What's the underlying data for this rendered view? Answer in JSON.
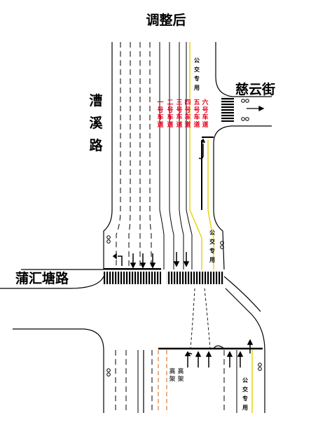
{
  "title": "调整后",
  "roads": {
    "vertical": "漕溪路",
    "west": "蒲汇塘路",
    "east": "慈云街"
  },
  "lane_labels": [
    {
      "id": "lane-1",
      "text": "一号车道",
      "color": "#e8001c"
    },
    {
      "id": "lane-2",
      "text": "二号车道",
      "color": "#e8001c"
    },
    {
      "id": "lane-3",
      "text": "三号车道",
      "color": "#e8001c"
    },
    {
      "id": "lane-4",
      "text": "四号车道",
      "color": "#e8001c"
    },
    {
      "id": "lane-5",
      "text": "五号车道",
      "color": "#e8001c"
    },
    {
      "id": "lane-6",
      "text": "六号车道",
      "color": "#e8001c"
    }
  ],
  "bus_lane_text": "公交专用",
  "elevated_text": "高架",
  "colors": {
    "road_line": "#000000",
    "lane_text": "#e8001c",
    "bus_lane_line": "#e6d200",
    "elevated_lane_line": "#e07b2f"
  },
  "icons": [
    "bicycle-icon",
    "straight-arrow-icon",
    "left-turn-arrow-icon",
    "u-turn-arrow-icon",
    "crosswalk"
  ]
}
